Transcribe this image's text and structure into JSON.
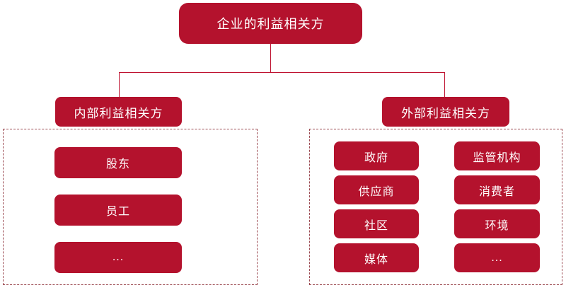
{
  "colors": {
    "node_red": "#b4122d",
    "connector_red": "#be1230",
    "dashed_border": "#9c4a52",
    "node_text": "#ffffff",
    "background": "#ffffff"
  },
  "diagram": {
    "root": {
      "label": "企业的利益相关方"
    },
    "branches": [
      {
        "header": "内部利益相关方",
        "items": [
          "股东",
          "员工",
          "..."
        ]
      },
      {
        "header": "外部利益相关方",
        "columns": [
          [
            "政府",
            "供应商",
            "社区",
            "媒体"
          ],
          [
            "监管机构",
            "消费者",
            "环境",
            "..."
          ]
        ]
      }
    ]
  }
}
